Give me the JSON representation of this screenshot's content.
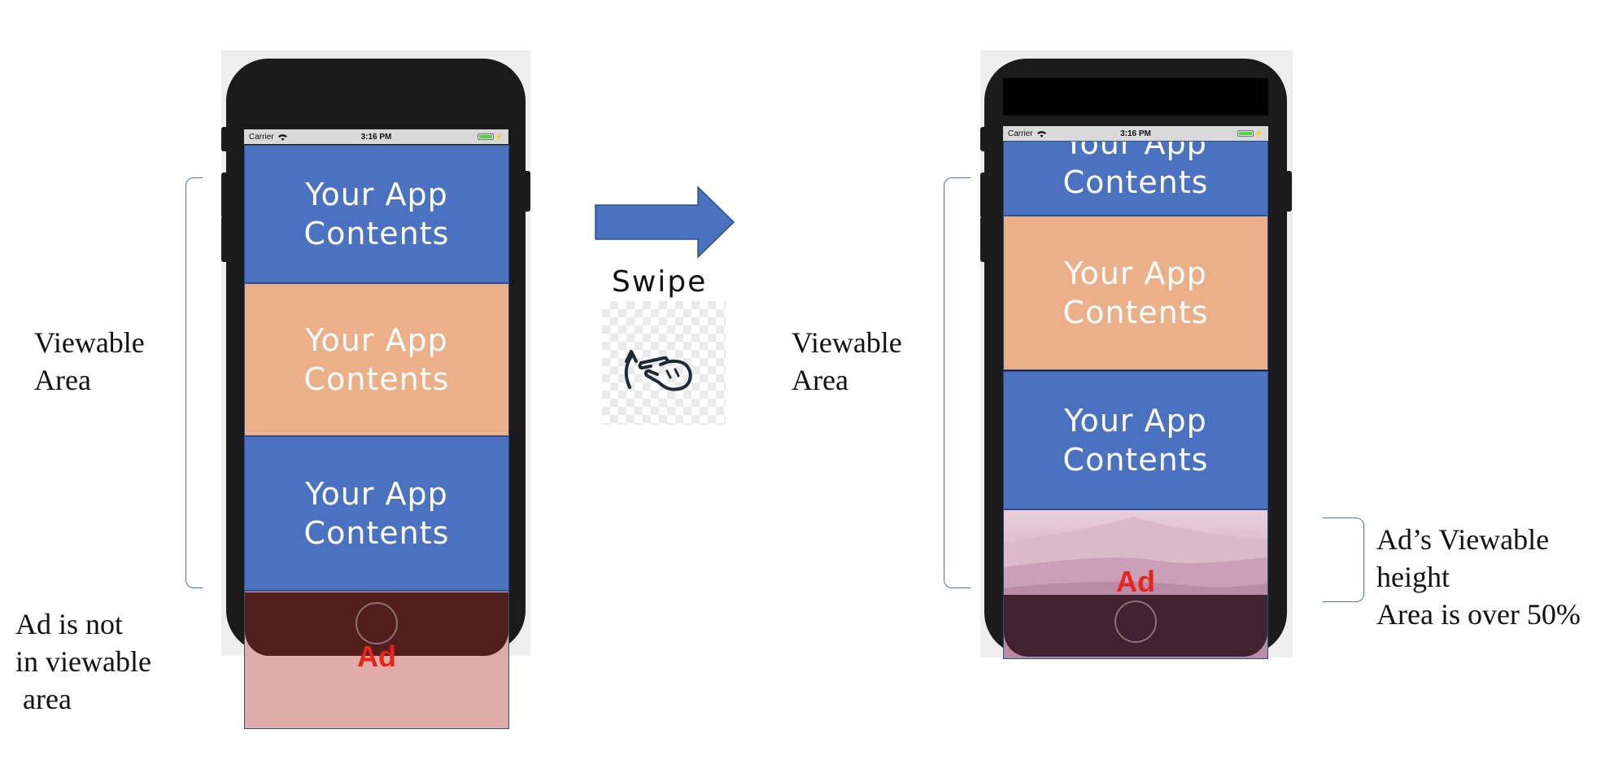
{
  "left_phone": {
    "status_bar": {
      "carrier": "Carrier",
      "time": "3:16 PM"
    },
    "blocks": [
      {
        "text": "Your App\nContents",
        "color": "#4a72c0"
      },
      {
        "text": "Your App\nContents",
        "color": "#ebb088"
      },
      {
        "text": "Your App\nContents",
        "color": "#4a72c0"
      }
    ],
    "ad_label": "Ad"
  },
  "right_phone": {
    "status_bar": {
      "carrier": "Carrier",
      "time": "3:16 PM"
    },
    "blocks": [
      {
        "text": "Your App\nContents",
        "color": "#4a72c0"
      },
      {
        "text": "Your App\nContents",
        "color": "#ebb088"
      },
      {
        "text": "Your App\nContents",
        "color": "#4a72c0"
      }
    ],
    "ad_label": "Ad"
  },
  "labels": {
    "left_viewable": "Viewable\nArea",
    "left_ad_note": "Ad is not\nin viewable\n area",
    "swipe": "Swipe",
    "right_viewable": "Viewable\nArea",
    "right_ad_note": "Ad’s Viewable\nheight\nArea is over 50%"
  },
  "colors": {
    "content_blue": "#4a72c0",
    "content_peach": "#ebb088",
    "ad_red_text": "#e8231c",
    "ad_offscreen": "#e0aca8",
    "bracket_blue": "#4a72c0"
  },
  "icons": [
    "wifi-icon",
    "battery-icon",
    "arrow-right-icon",
    "swipe-hand-icon"
  ]
}
